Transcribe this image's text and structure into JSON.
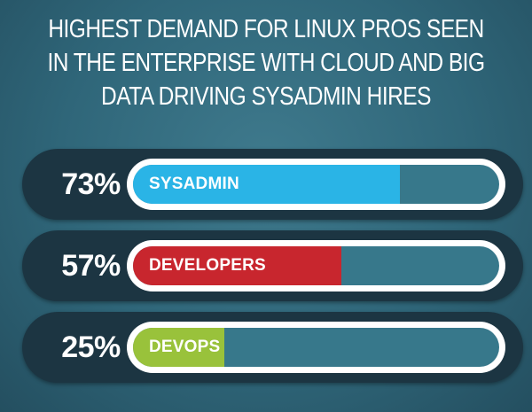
{
  "title_lines": [
    "HIGHEST DEMAND FOR LINUX PROS SEEN",
    "IN THE ENTERPRISE WITH CLOUD AND BIG",
    "DATA DRIVING SYSADMIN HIRES"
  ],
  "chart_data": {
    "type": "bar",
    "orientation": "horizontal",
    "title": "HIGHEST DEMAND FOR LINUX PROS SEEN IN THE ENTERPRISE WITH CLOUD AND BIG DATA DRIVING SYSADMIN HIRES",
    "categories": [
      "SYSADMIN",
      "DEVELOPERS",
      "DEVOPS"
    ],
    "values": [
      73,
      57,
      25
    ],
    "value_labels": [
      "73%",
      "57%",
      "25%"
    ],
    "colors": [
      "#2ab4e6",
      "#c8262e",
      "#99c23b"
    ],
    "track_color": "#37788b",
    "xlim": [
      0,
      100
    ],
    "xlabel": "",
    "ylabel": "",
    "grid": false,
    "legend": "none"
  }
}
